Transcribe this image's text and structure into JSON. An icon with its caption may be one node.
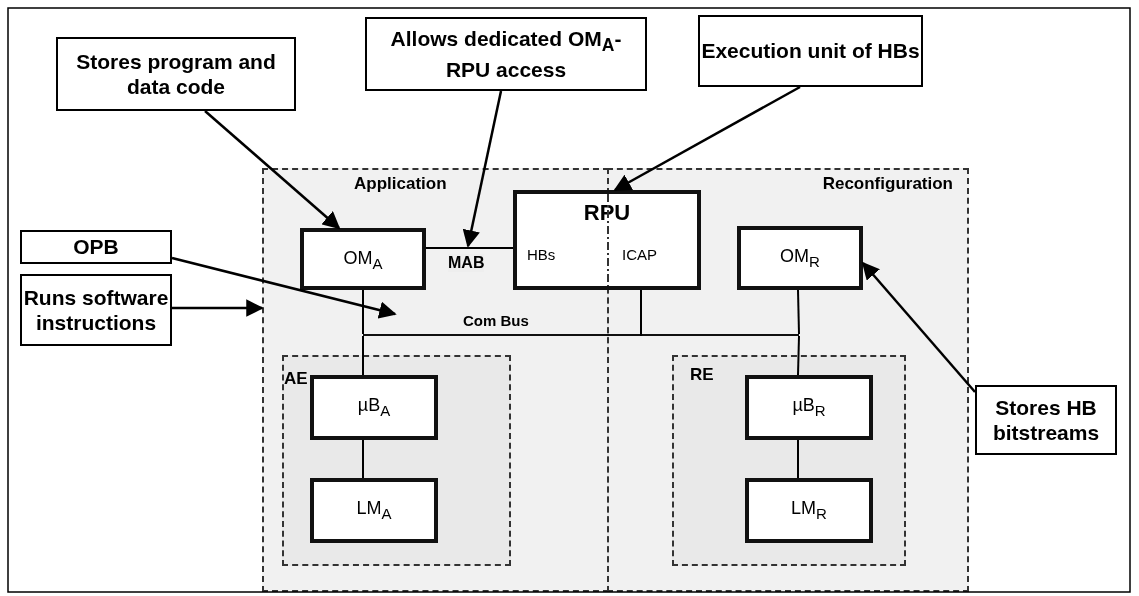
{
  "diagram": {
    "nodes": [
      {
        "text": [
          "Stores program and data code"
        ]
      },
      {
        "text": [
          "Allows dedicated OM$_{A}$- RPU access"
        ]
      },
      {
        "text": [
          "Execution unit of HBs"
        ]
      },
      {
        "text": [
          "OPB"
        ]
      },
      {
        "text": [
          "Runs software instructions"
        ]
      },
      {
        "text": [
          "Stores HB bitstreams"
        ]
      },
      {
        "text": [
          "Application"
        ]
      },
      {
        "text": [
          "Reconfiguration"
        ]
      },
      {
        "text": [
          "OM$_{A}$"
        ],
        "in": 6
      },
      {
        "text": [
          "RPU",
          "HBs",
          "ICAP"
        ]
      },
      {
        "text": [
          "OM$_{R}$"
        ],
        "in": 7
      },
      {
        "text": [
          "AE"
        ],
        "in": 6
      },
      {
        "text": [
          "µB$_{A}$"
        ],
        "in": 11
      },
      {
        "text": [
          "LM$_{A}$"
        ],
        "in": 11
      },
      {
        "text": [
          "RE"
        ],
        "in": 7
      },
      {
        "text": [
          "µB$_{R}$"
        ],
        "in": 14
      },
      {
        "text": [
          "LM$_{R}$"
        ],
        "in": 14
      },
      {
        "text": [
          "Com Bus"
        ]
      }
    ],
    "edges": [
      {
        "from": 0,
        "to": 8,
        "arrow": "to"
      },
      {
        "from": 1,
        "to": null,
        "arrow": "to"
      },
      {
        "from": 2,
        "to": 9,
        "arrow": "to"
      },
      {
        "from": 3,
        "to": 17,
        "arrow": "to"
      },
      {
        "from": 4,
        "to": 6,
        "arrow": "to"
      },
      {
        "from": 5,
        "to": 10,
        "arrow": "to"
      },
      {
        "from": 8,
        "to": 9,
        "arrow": "none",
        "label": "MAB"
      },
      {
        "from": 8,
        "to": 17,
        "arrow": "none"
      },
      {
        "from": 17,
        "to": 12,
        "arrow": "none"
      },
      {
        "from": 9,
        "to": 17,
        "arrow": "none"
      },
      {
        "from": 10,
        "to": 17,
        "arrow": "none"
      },
      {
        "from": 17,
        "to": 15,
        "arrow": "none"
      },
      {
        "from": 12,
        "to": 13,
        "arrow": "none"
      },
      {
        "from": 15,
        "to": 16,
        "arrow": "none"
      }
    ]
  }
}
